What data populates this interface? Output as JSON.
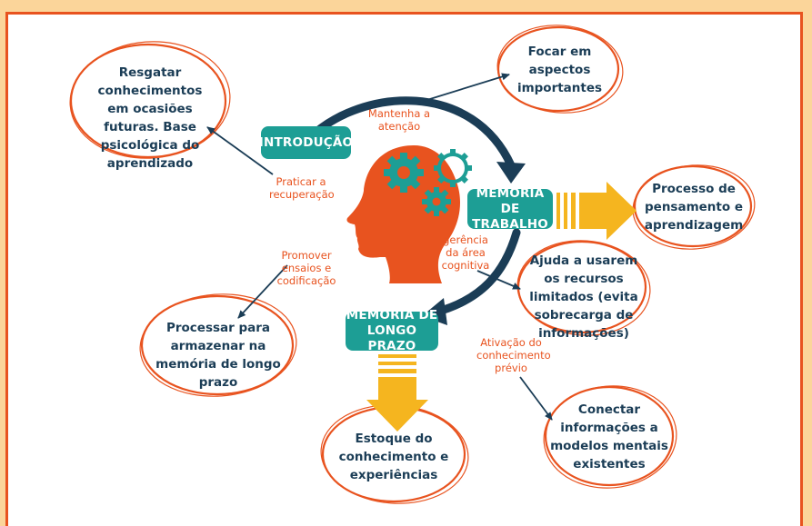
{
  "pills": {
    "introducao": "INTRODUÇÃO",
    "memoria_trabalho": "MEMÓRIA DE TRABALHO",
    "memoria_longo_prazo": "MEMÓRIA DE LONGO PRAZO"
  },
  "bubbles": {
    "resgatar": "Resgatar conhecimentos em ocasiões futuras. Base psicológica do aprendizado",
    "focar": "Focar em aspectos importantes",
    "processo": "Processo de pensamento e aprendizagem",
    "ajuda": "Ajuda a usarem os recursos limitados (evita sobrecarga de informações)",
    "processar": "Processar para armazenar na memória de longo prazo",
    "estoque": "Estoque do conhecimento e experiências",
    "conectar": "Conectar informações a modelos mentais existentes"
  },
  "connectors": {
    "mantenha": "Mantenha a atenção",
    "praticar": "Praticar a recuperação",
    "gerencia": "gerência da área cognitiva",
    "promover": "Promover ensaios e codificação",
    "ativacao": "Ativação do conhecimento prévio"
  },
  "colors": {
    "orange": "#e8531f",
    "navy": "#1b3d56",
    "teal": "#1d9e95",
    "yellow": "#f5b51f",
    "background": "#fbd59a"
  }
}
